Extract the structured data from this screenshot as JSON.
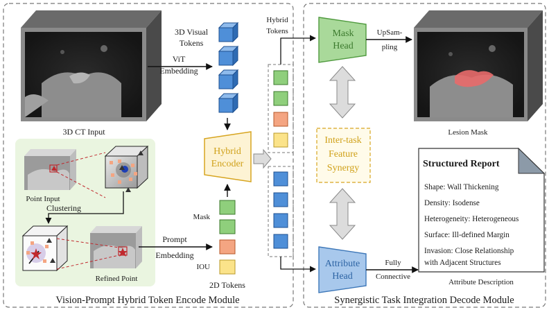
{
  "left_panel": {
    "title": "Vision-Prompt Hybrid Token Encode Module",
    "ct_input_label": "3D CT Input",
    "vit_label": [
      "ViT",
      "Embedding"
    ],
    "visual_tokens_label": [
      "3D Visual",
      "Tokens"
    ],
    "hybrid_encoder_label": [
      "Hybrid",
      "Encoder"
    ],
    "point_input_label": "Point Input",
    "clustering_label": "Clustering",
    "refined_point_label": "Refined Point",
    "prompt_embedding_label": [
      "Prompt",
      "Embedding"
    ],
    "mask_label": "Mask",
    "iou_label": "IOU",
    "tokens_2d_label": "2D Tokens"
  },
  "middle": {
    "hybrid_tokens_label": [
      "Hybrid",
      "Tokens"
    ]
  },
  "right_panel": {
    "title": "Synergistic Task Integration Decode Module",
    "mask_head_label": [
      "Mask",
      "Head"
    ],
    "upsampling_label": [
      "UpSam-",
      "pling"
    ],
    "lesion_mask_label": "Lesion Mask",
    "synergy_label": [
      "Inter-task",
      "Feature",
      "Synergy"
    ],
    "attribute_head_label": [
      "Attribute",
      "Head"
    ],
    "fully_connective_label": [
      "Fully",
      "Connective"
    ],
    "attribute_description_label": "Attribute Description",
    "report": {
      "title": "Structured Report",
      "items": [
        "Shape: Wall Thickening",
        "Density: Isodense",
        "Heterogeneity: Heterogeneous",
        "Surface: Ill-defined Margin",
        "Invasion: Close Relationship",
        "with Adjacent Structures"
      ]
    }
  },
  "colors": {
    "visual_token": "#4f8fd8",
    "hybrid_encoder_fill": "#fdf3d4",
    "hybrid_encoder_stroke": "#d7a520",
    "hybrid_encoder_text": "#d0a11a",
    "green_token": "#8fcf7c",
    "orange_token": "#f4a582",
    "yellow_token": "#fbe38a",
    "blue_token": "#4f8fd8",
    "mask_head_fill": "#a9d99a",
    "attribute_head_fill": "#a8c8ec",
    "synergy_text": "#d0a11a",
    "prompt_bg": "#eaf5e0"
  }
}
